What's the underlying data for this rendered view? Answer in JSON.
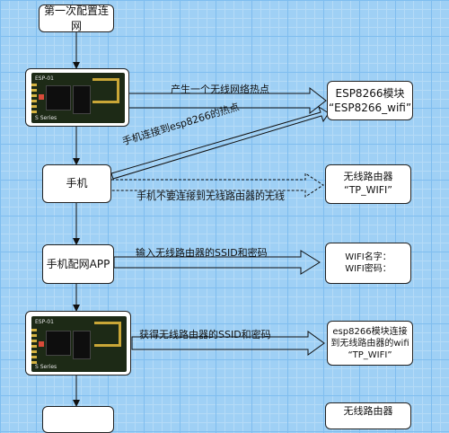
{
  "nodes": {
    "first_config": "第一次配置连网",
    "phone": "手机",
    "phone_app": "手机配网APP",
    "esp_ap_line1": "ESP8266模块",
    "esp_ap_line2": "“ESP8266_wifi”",
    "router_line1": "无线路由器",
    "router_line2": "“TP_WIFI”",
    "wifi_name": "WIFI名字：",
    "wifi_pwd": "WIFI密码：",
    "esp_connect_line1": "esp8266模块连接",
    "esp_connect_line2": "到无线路由器的wifi",
    "esp_connect_line3": "“TP_WIFI”",
    "router_bottom": "无线路由器"
  },
  "edges": {
    "generate_hotspot": "产生一个无线网络热点",
    "phone_connect_hotspot": "手机连接到esp8266的热点",
    "phone_not_connect_router": "手机不要连接到无线路由器的无线",
    "input_ssid_pwd": "输入无线路由器的SSID和密码",
    "get_ssid_pwd": "获得无线路由器的SSID和密码"
  },
  "module_label": "ESP-01",
  "module_series": "S Series",
  "colors": {
    "background": "#9fd0f5",
    "chip": "#1d2a16",
    "antenna": "#c9a637"
  }
}
